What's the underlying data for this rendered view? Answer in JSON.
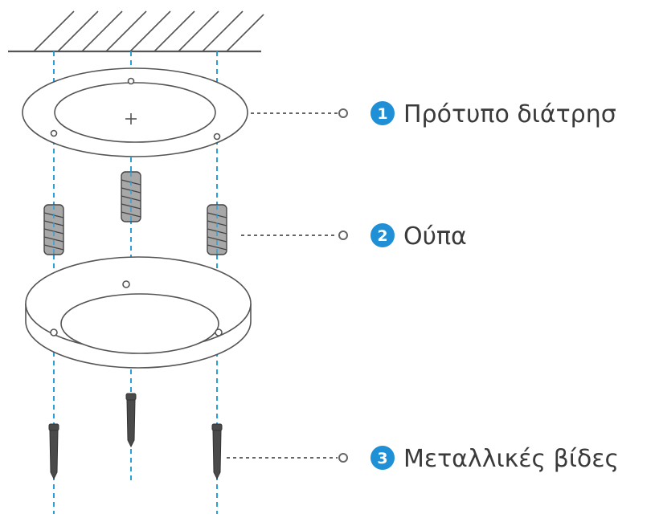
{
  "callouts": [
    {
      "number": "1",
      "label": "Πρότυπο διάτρησ"
    },
    {
      "number": "2",
      "label": "Ούπα"
    },
    {
      "number": "3",
      "label": "Μεταλλικές βίδες"
    }
  ],
  "colors": {
    "badge": "#1f8fd6",
    "guide_line": "#2a9fd8",
    "outline": "#555555",
    "leader": "#666666",
    "text": "#3a3a3a"
  }
}
